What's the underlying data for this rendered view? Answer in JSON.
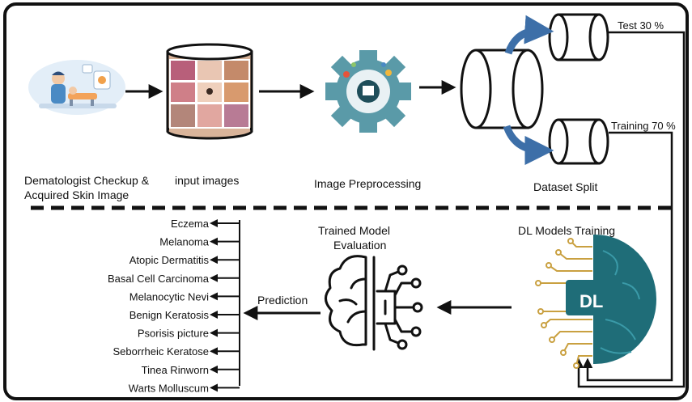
{
  "top_labels": {
    "checkup_line1": "Dematologist Checkup &",
    "checkup_line2": "Acquired Skin Image",
    "input_images": "input images",
    "preprocessing": "Image Preprocessing",
    "dataset_split": "Dataset Split",
    "test": "Test 30 %",
    "training": "Training 70 %"
  },
  "bottom_labels": {
    "evaluation_line1": "Trained Model",
    "evaluation_line2": "Evaluation",
    "dl_training": "DL Models Training",
    "dl_badge": "DL",
    "prediction": "Prediction"
  },
  "classes": [
    "Eczema",
    "Melanoma",
    "Atopic Dermatitis",
    "Basal Cell Carcinoma",
    "Melanocytic Nevi",
    "Benign Keratosis",
    "Psorisis picture",
    "Seborrheic Keratose",
    "Tinea Rinworn",
    "Warts Molluscum"
  ],
  "colors": {
    "frame": "#111111",
    "split_arrow": "#3d6fa8",
    "gear": "#5a9aa8",
    "brain": "#1f6d78",
    "circuit": "#c9a040"
  }
}
